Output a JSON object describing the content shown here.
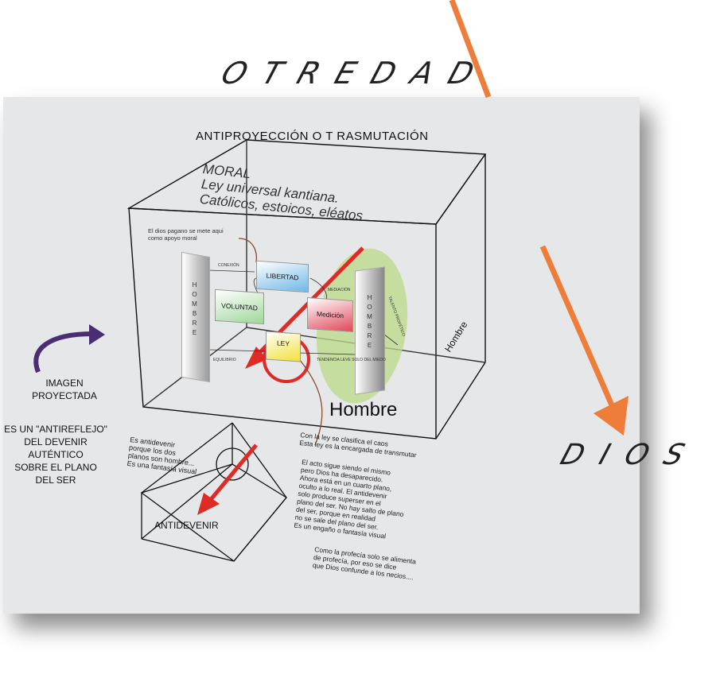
{
  "header": {
    "otredad": "OTREDAD",
    "dios": "DIOS"
  },
  "diagram": {
    "title": "ANTIPROYECCIÓN O  T RASMUTACIÓN",
    "moral": "MORAL\nLey universal kantiana.\nCatólicos, estoicos, eléatos",
    "pagano_note": "El dios pagano se mete aqui\ncomo apoyo moral",
    "pillar_left": "HOMBRE",
    "pillar_right": "HOMBRE",
    "boxes": {
      "libertad": "LIBERTAD",
      "voluntad": "VOLUNTAD",
      "medicion": "Medición",
      "ley": "LEY"
    },
    "small_labels": {
      "conexion": "CONEXIÓN",
      "mediacion": "MEDIACIÓN",
      "equilibrio": "EQUILIBRIO",
      "sujeto": "TENDENCIA LEVE SOLO DEL MIEDO",
      "talento": "TALENTO PROFÉTICO"
    },
    "hombre_big": "Hombre",
    "hombre_rot": "Hombre",
    "imagen": "IMAGEN\nPROYECTADA",
    "antireflejo": "ES UN \"ANTIREFLEJO\"\nDEL DEVENIR\nAUTÉNTICO\nSOBRE EL PLANO\nDEL SER",
    "antidevenir_note": "Es antidevenir\nporque los dos\nplanos son hombre...\nEs una fantasía visual",
    "antidevenir_label": "ANTIDEVENIR",
    "ley_note": "Con la ley se clasifica el caos\nEsta ley es la encargada de transmutar",
    "acto_note": "El acto sigue siendo el mismo\npero Dios ha desaparecido.\nAhora está en un cuarto plano,\noculto a lo real. El antidevenir\nsolo produce superser en el\nplano del ser. No hay salto de plano\ndel ser, porque en realidad\nno se sale del plano del ser.\nEs un engaño o fantasía visual",
    "profecia_note": "Como la profecía solo se alimenta\nde profecía, por eso se dice\nque Dios confunde a los necios....",
    "colors": {
      "orange": "#ef7d3a",
      "purple": "#4b2d73",
      "red": "#e02a26",
      "panel": "#e6e7e8"
    }
  }
}
